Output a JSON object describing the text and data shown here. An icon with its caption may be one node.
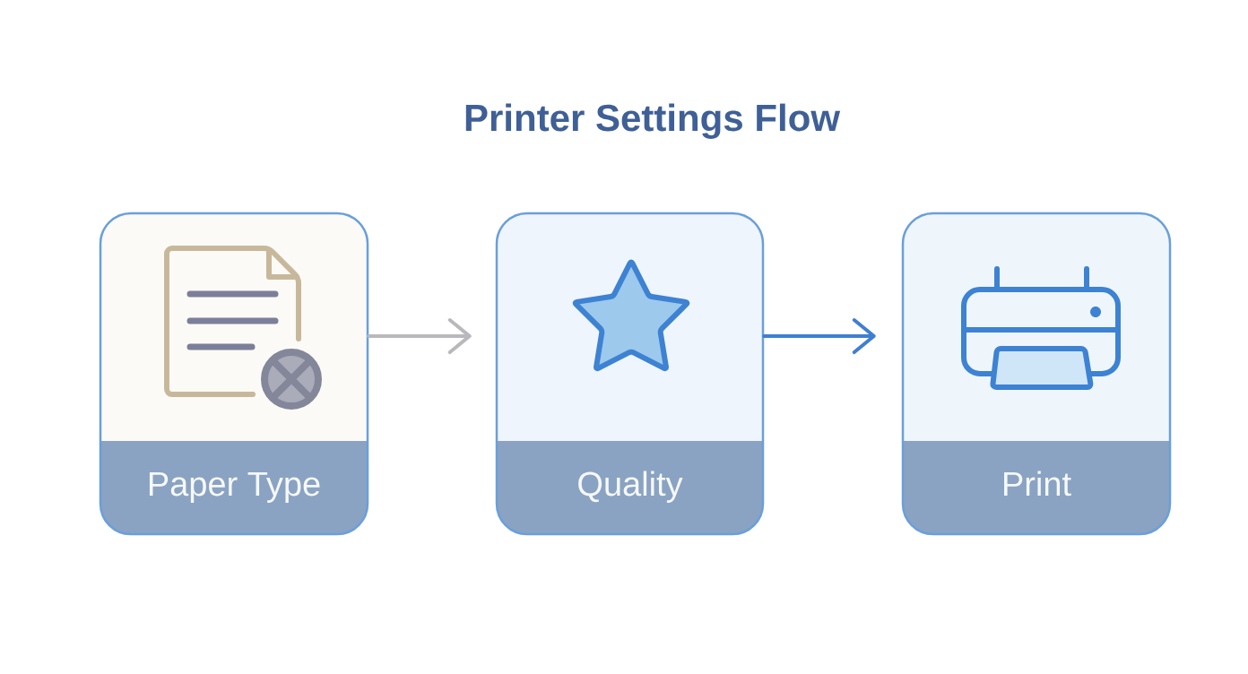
{
  "diagram": {
    "title": "Printer Settings Flow",
    "nodes": [
      {
        "text": [
          "Paper Type"
        ]
      },
      {
        "text": [
          "Quality"
        ]
      },
      {
        "text": [
          "Print"
        ]
      }
    ],
    "edges": [
      {
        "from": 0,
        "to": 1,
        "arrow": "to",
        "color": "#b9b9bd"
      },
      {
        "from": 1,
        "to": 2,
        "arrow": "to",
        "color": "#3f7fd0"
      }
    ]
  }
}
